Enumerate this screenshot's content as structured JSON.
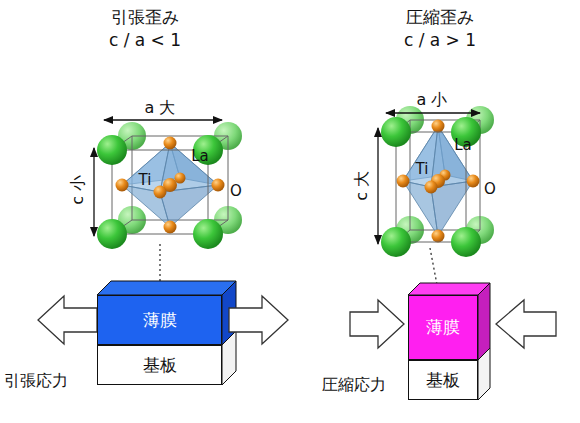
{
  "diagram": {
    "nodes": [
      {
        "text": [
          "薄膜"
        ]
      },
      {
        "text": [
          "基板"
        ]
      },
      {
        "text": [
          "薄膜"
        ]
      },
      {
        "text": [
          "基板"
        ]
      }
    ],
    "labels": [
      "引張歪み",
      "c / a < 1",
      "a 大",
      "c 小",
      "Ti",
      "La",
      "O",
      "引張応力",
      "圧縮歪み",
      "c / a > 1",
      "a 小",
      "c 大",
      "Ti",
      "La",
      "O",
      "圧縮応力"
    ]
  }
}
